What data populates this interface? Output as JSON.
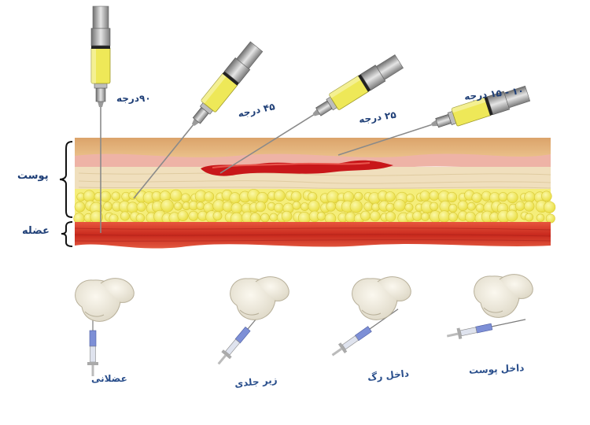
{
  "labels": {
    "skin": "پوست",
    "muscle": "عضله"
  },
  "angles": [
    {
      "text": "۹۰درجه"
    },
    {
      "text": "۴۵ درجه"
    },
    {
      "text": "۲۵ درجه"
    },
    {
      "text": "۱۰ - ۱۵ درجه"
    }
  ],
  "methods": [
    {
      "text": "عضلانی"
    },
    {
      "text": "زیر جلدی"
    },
    {
      "text": "داخل رگ"
    },
    {
      "text": "داخل پوست"
    }
  ],
  "colors": {
    "epidermis": "#e2b27c",
    "dermis": "#efdcb8",
    "fat": "#f3ec5a",
    "muscle": "#d63a2a",
    "vein": "#c8171a",
    "syringe_fluid": "#eee858",
    "label_text": "#1f3f77"
  }
}
